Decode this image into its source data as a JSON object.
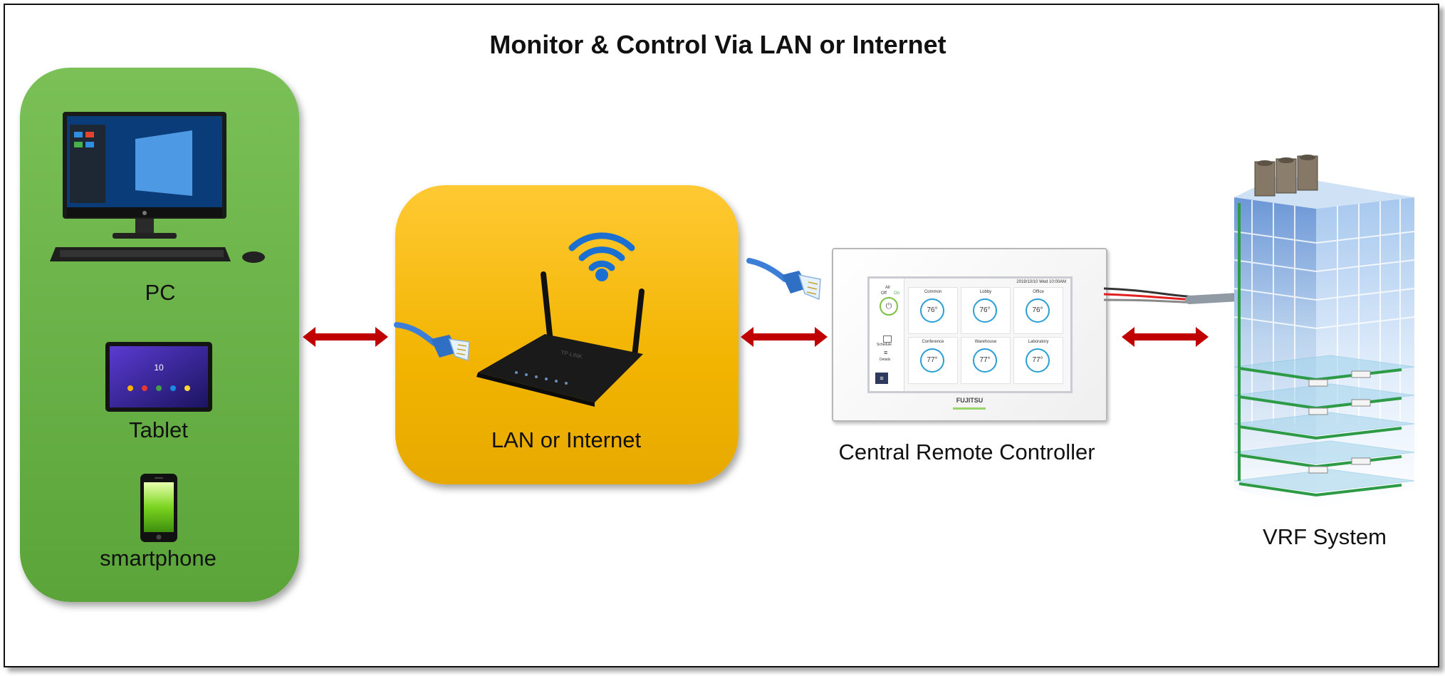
{
  "title": "Monitor & Control Via LAN or Internet",
  "devices": {
    "pc_label": "PC",
    "tablet_label": "Tablet",
    "tablet_time": "10",
    "smartphone_label": "smartphone"
  },
  "network": {
    "label": "LAN or Internet",
    "router_brand": "TP-LINK"
  },
  "controller": {
    "label": "Central Remote Controller",
    "screen_date": "2019/10/10 Wed 10:00AM",
    "all_label": "All",
    "off_label": "Off",
    "on_label": "On",
    "schedule_label": "Schedule",
    "details_label": "Details",
    "brand": "FUJITSU",
    "zones": [
      {
        "name": "Common",
        "temp": "76°"
      },
      {
        "name": "Lobby",
        "temp": "76°"
      },
      {
        "name": "Office",
        "temp": "76°"
      },
      {
        "name": "Conference",
        "temp": "77°"
      },
      {
        "name": "Warehouse",
        "temp": "77°"
      },
      {
        "name": "Laboratory",
        "temp": "77°"
      }
    ]
  },
  "vrf": {
    "label": "VRF System"
  },
  "colors": {
    "green_panel": "#6bb348",
    "yellow_panel": "#f7bd10",
    "arrow": "#c00000",
    "cable": "#3d7fd6",
    "accent_ring": "#2a9fd6"
  }
}
